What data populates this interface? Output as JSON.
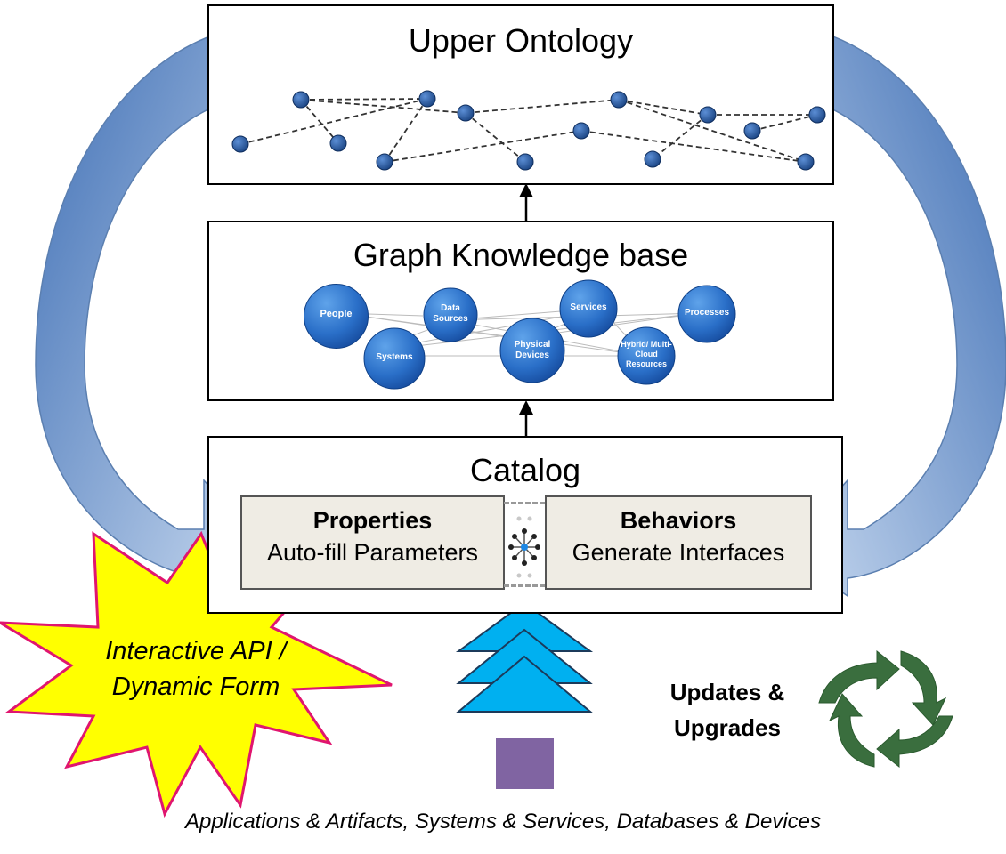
{
  "upper_ontology": {
    "title": "Upper Ontology"
  },
  "graph_kb": {
    "title": "Graph Knowledge base",
    "nodes": [
      "People",
      "Data Sources",
      "Services",
      "Processes",
      "Systems",
      "Physical Devices",
      "Hybrid/ Multi-Cloud Resources"
    ]
  },
  "catalog": {
    "title": "Catalog",
    "properties": {
      "heading": "Properties",
      "subtitle": "Auto-fill Parameters"
    },
    "behaviors": {
      "heading": "Behaviors",
      "subtitle": "Generate Interfaces"
    }
  },
  "starburst": {
    "line1": "Interactive API /",
    "line2": "Dynamic Form"
  },
  "updates": {
    "line1": "Updates &",
    "line2": "Upgrades"
  },
  "footer": "Applications & Artifacts, Systems & Services, Databases & Devices",
  "colors": {
    "arrow_blue": "#4a78b8",
    "node_blue": "#1f5aa8",
    "chevron": "#00b0f0",
    "square": "#8064a2",
    "recycle": "#3a6e3e",
    "star_fill": "#ffff00",
    "star_stroke": "#e0156f"
  }
}
